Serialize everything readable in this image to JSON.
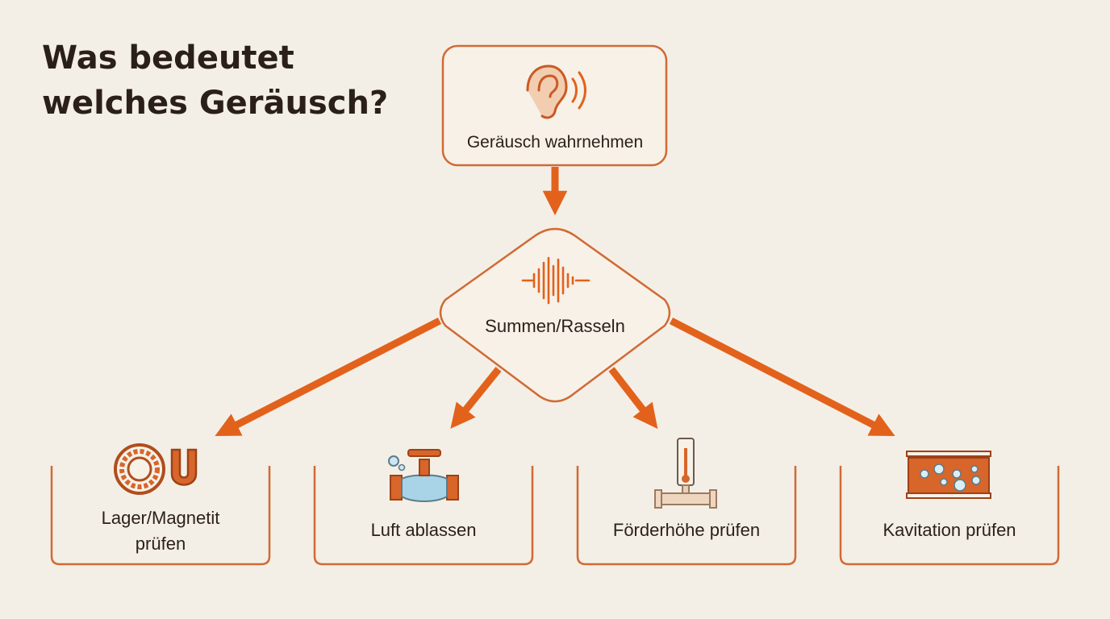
{
  "title": {
    "line1": "Was bedeutet",
    "line2": "welches Geräusch?"
  },
  "start": {
    "label": "Geräusch wahrnehmen",
    "icon": "ear-sound-icon"
  },
  "decision": {
    "label": "Summen/Rasseln",
    "icon": "sound-wave-icon"
  },
  "outcomes": [
    {
      "line1": "Lager/Magnetit",
      "line2": "prüfen",
      "icon": "bearing-magnet-icon"
    },
    {
      "line1": "Luft ablassen",
      "line2": "",
      "icon": "valve-bubbles-icon"
    },
    {
      "line1": "Förderhöhe prüfen",
      "line2": "",
      "icon": "thermometer-pipe-icon"
    },
    {
      "line1": "Kavitation prüfen",
      "line2": "",
      "icon": "cavitation-pipe-icon"
    }
  ],
  "colors": {
    "accent": "#e2621c",
    "box_stroke": "#d06a34",
    "text": "#2b1f1a",
    "background": "#f4efe6"
  }
}
